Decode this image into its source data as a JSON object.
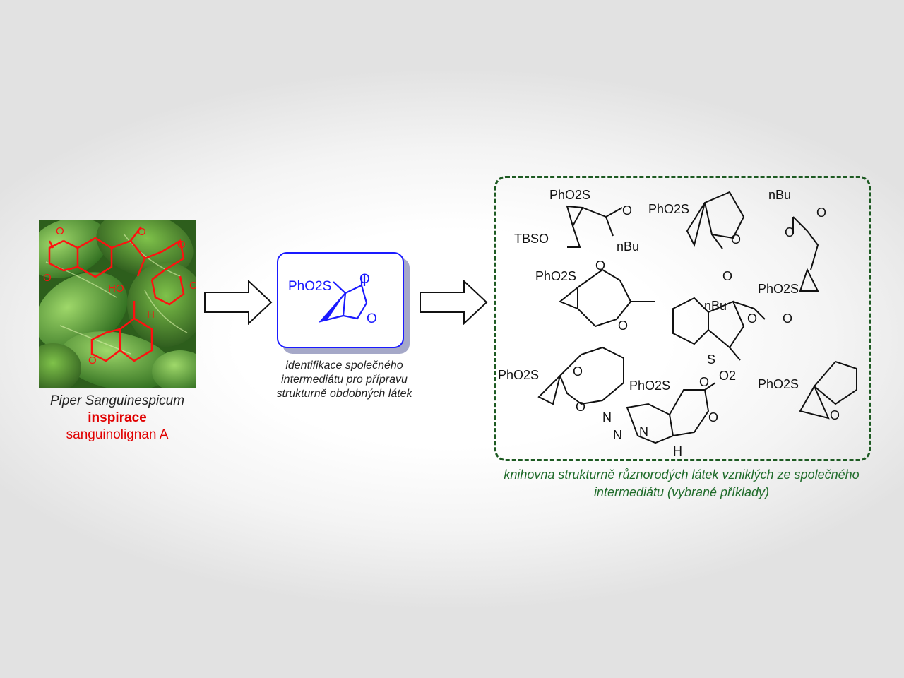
{
  "plant": {
    "name": "Piper Sanguinespicum",
    "label": "inspirace",
    "compound": "sanguinolignan A",
    "overlay_labels": {
      "ho": "HO",
      "h": "H"
    }
  },
  "intermediate": {
    "group_label": "PhO2S",
    "caption": "identifikace společného intermediátu pro přípravu strukturně obdobných látek"
  },
  "library": {
    "caption": "knihovna strukturně různorodých látek vzniklých ze společného intermediátu (vybrané příklady)",
    "labels": {
      "tbso": "TBSO",
      "nbu": "nBu",
      "o": "O",
      "h": "H",
      "s": "S",
      "o2": "O2",
      "n": "N"
    }
  },
  "colors": {
    "red": "#e00000",
    "blue": "#1a1aff",
    "green": "#1d5a22",
    "text": "#222222"
  }
}
